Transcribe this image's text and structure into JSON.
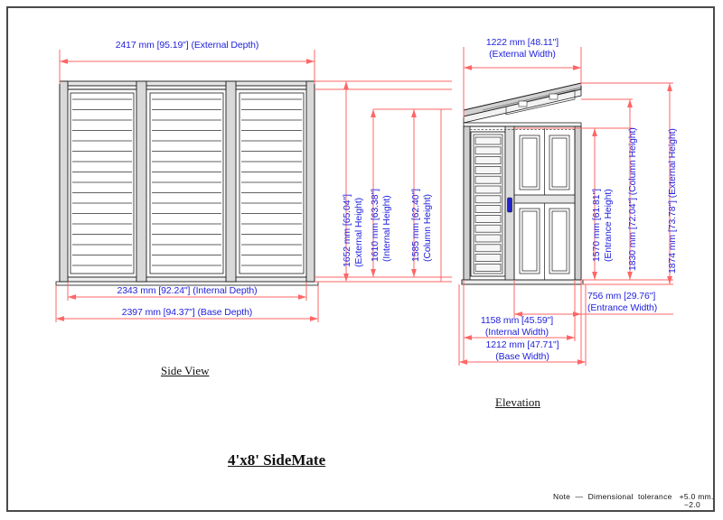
{
  "drawing": {
    "title": "4'x8' SideMate",
    "note_line1": "Note  —  Dimensional  tolerance   +5.0 mm.",
    "note_line2": "−2.0"
  },
  "views": {
    "side": {
      "label": "Side View",
      "dimensions": {
        "external_depth": {
          "value": "2417 mm [95.19\"]",
          "name": "(External Depth)"
        },
        "internal_depth": {
          "value": "2343 mm [92.24\"]",
          "name": "(Internal Depth)"
        },
        "base_depth": {
          "value": "2397 mm [94.37\"]",
          "name": "(Base Depth)"
        },
        "external_height": {
          "value": "1652 mm [65.04\"]",
          "name": "(External Height)"
        },
        "internal_height": {
          "value": "1610 mm [63.38\"]",
          "name": "(Internal Height)"
        },
        "column_height": {
          "value": "1585 mm [62.40\"]",
          "name": "(Column Height)"
        }
      }
    },
    "elevation": {
      "label": "Elevation",
      "dimensions": {
        "external_width": {
          "value": "1222 mm [48.11\"]",
          "name": "(External Width)"
        },
        "internal_width": {
          "value": "1158 mm [45.59\"]",
          "name": "(Internal Width)"
        },
        "base_width": {
          "value": "1212 mm [47.71\"]",
          "name": "(Base Width)"
        },
        "entrance_width": {
          "value": "756 mm [29.76\"]",
          "name": "(Entrance Width)"
        },
        "entrance_height": {
          "value": "1570 mm [61.81\"]",
          "name": "(Entrance Height)"
        },
        "column_height": {
          "value": "1830 mm [72.04\"]",
          "name": "(Column Height)"
        },
        "external_height": {
          "value": "1874 mm [73.78\"]",
          "name": "(External Height)"
        }
      }
    }
  },
  "colors": {
    "dimension_line": "#ff6666",
    "dimension_text": "#2222dd",
    "outline": "#1a1a1a",
    "border": "#4a4a4a",
    "handle": "#2222cc"
  }
}
